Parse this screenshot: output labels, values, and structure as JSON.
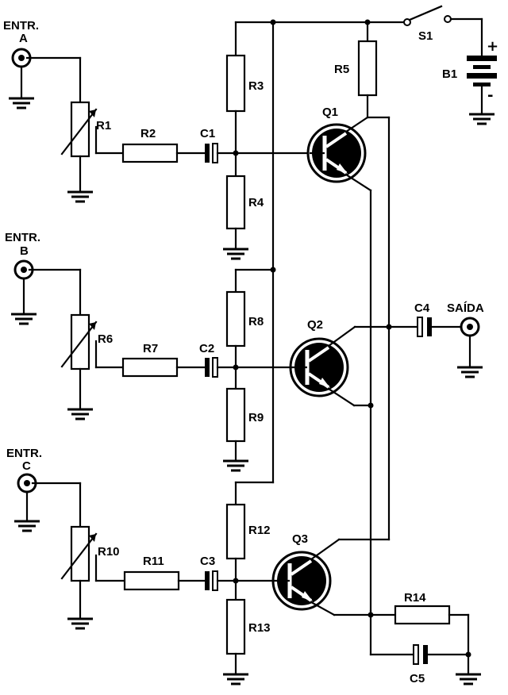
{
  "inputs": {
    "a": {
      "line1": "ENTR.",
      "line2": "A"
    },
    "b": {
      "line1": "ENTR.",
      "line2": "B"
    },
    "c": {
      "line1": "ENTR.",
      "line2": "C"
    }
  },
  "output_label": "SAÍDA",
  "resistors": {
    "r1": "R1",
    "r2": "R2",
    "r3": "R3",
    "r4": "R4",
    "r5": "R5",
    "r6": "R6",
    "r7": "R7",
    "r8": "R8",
    "r9": "R9",
    "r10": "R10",
    "r11": "R11",
    "r12": "R12",
    "r13": "R13",
    "r14": "R14"
  },
  "capacitors": {
    "c1": "C1",
    "c2": "C2",
    "c3": "C3",
    "c4": "C4",
    "c5": "C5"
  },
  "transistors": {
    "q1": "Q1",
    "q2": "Q2",
    "q3": "Q3"
  },
  "switch": "S1",
  "battery": {
    "label": "B1",
    "plus": "+",
    "minus": "-"
  }
}
